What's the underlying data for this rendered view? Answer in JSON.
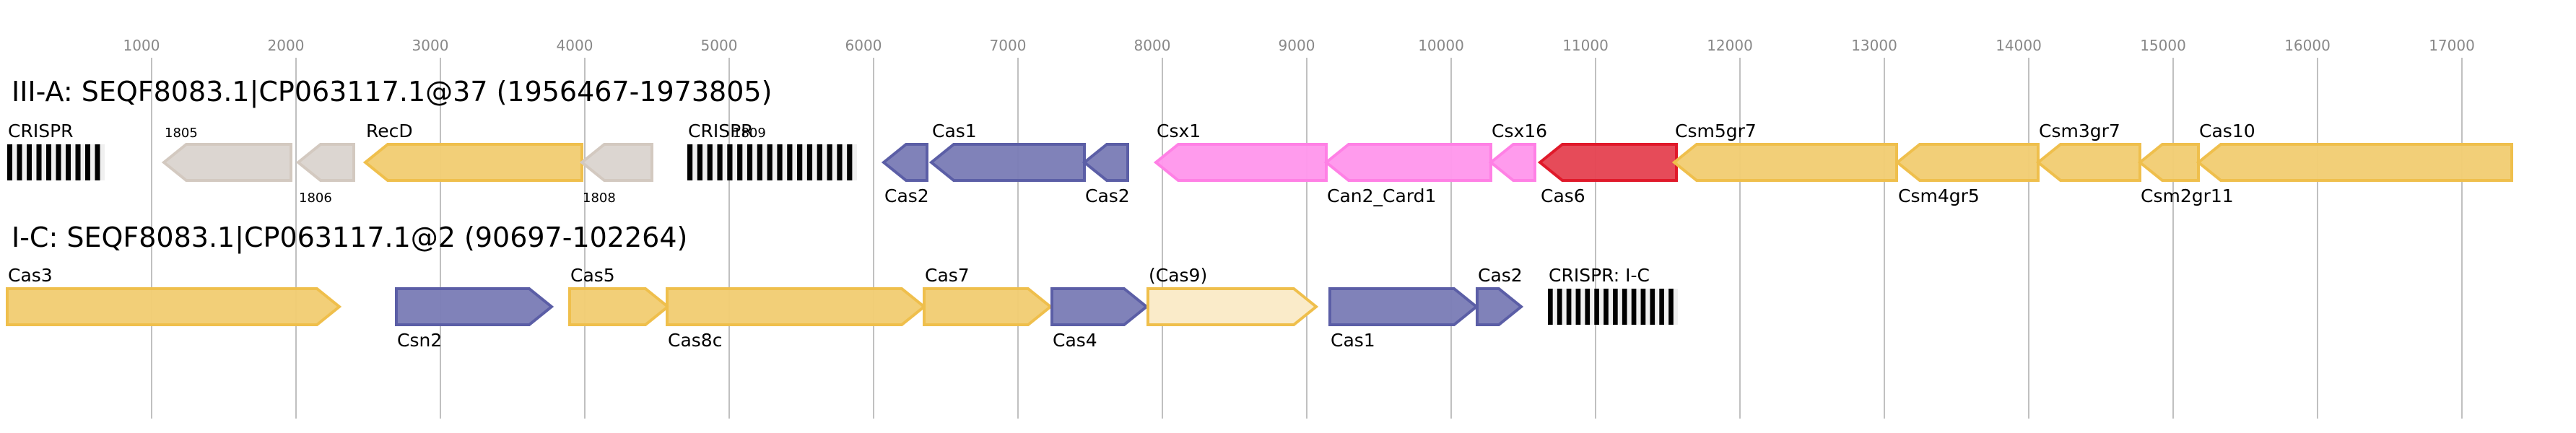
{
  "chart_data": {
    "type": "gene-map",
    "axis": {
      "ticks": [
        1000,
        2000,
        3000,
        4000,
        5000,
        6000,
        7000,
        8000,
        9000,
        10000,
        11000,
        12000,
        13000,
        14000,
        15000,
        16000,
        17000
      ],
      "range": [
        0,
        17800
      ],
      "grid": true
    },
    "palette": {
      "gold": {
        "fill": "#f1cd72",
        "stroke": "#efbf4c"
      },
      "gold-light": {
        "fill": "#faebc9",
        "stroke": "#efbf4c"
      },
      "gray": {
        "fill": "#dbd4cf",
        "stroke": "#d3c9c0"
      },
      "blue": {
        "fill": "#7b7db6",
        "stroke": "#5b5ea6"
      },
      "pink": {
        "fill": "#ff97ec",
        "stroke": "#ff80e5"
      },
      "red": {
        "fill": "#e54452",
        "stroke": "#e0192a"
      },
      "crispr": {
        "fill": "#000000",
        "stroke": "#f0f0f0"
      }
    },
    "loci": [
      {
        "title": "III-A: SEQF8083.1|CP063117.1@37 (1956467-1973805)",
        "features": [
          {
            "name": "CRISPR",
            "type": "crispr",
            "start": 0,
            "end": 675,
            "repeats": 10,
            "label_pos": "above",
            "color": "crispr"
          },
          {
            "name": "1805",
            "type": "gene",
            "start": 1085,
            "end": 1965,
            "strand": "-",
            "label_pos": "above",
            "small": true,
            "color": "gray"
          },
          {
            "name": "1806",
            "type": "gene",
            "start": 2015,
            "end": 2400,
            "strand": "-",
            "label_pos": "below",
            "small": true,
            "color": "gray"
          },
          {
            "name": "RecD",
            "type": "gene",
            "start": 2480,
            "end": 3980,
            "strand": "-",
            "label_pos": "above",
            "color": "gold"
          },
          {
            "name": "1808",
            "type": "gene",
            "start": 3980,
            "end": 4465,
            "strand": "-",
            "label_pos": "below",
            "small": true,
            "color": "gray"
          },
          {
            "name": "CRISPR",
            "type": "crispr",
            "start": 4710,
            "end": 5885,
            "repeats": 17,
            "label_pos": "above",
            "color": "crispr"
          },
          {
            "name": "1809",
            "type": "label",
            "start": 5020,
            "label_pos": "above",
            "small": true
          },
          {
            "name": "Cas2",
            "type": "gene",
            "start": 6070,
            "end": 6370,
            "strand": "-",
            "label_pos": "below",
            "color": "blue"
          },
          {
            "name": "Cas1",
            "type": "gene",
            "start": 6400,
            "end": 7460,
            "strand": "-",
            "label_pos": "above",
            "color": "blue"
          },
          {
            "name": "Cas2",
            "type": "gene",
            "start": 7460,
            "end": 7760,
            "strand": "-",
            "label_pos": "below",
            "color": "blue"
          },
          {
            "name": "Csx1",
            "type": "gene",
            "start": 7955,
            "end": 9135,
            "strand": "-",
            "label_pos": "above",
            "color": "pink"
          },
          {
            "name": "Can2_Card1",
            "type": "gene",
            "start": 9135,
            "end": 10275,
            "strand": "-",
            "label_pos": "below",
            "color": "pink"
          },
          {
            "name": "Csx16",
            "type": "gene",
            "start": 10275,
            "end": 10580,
            "strand": "-",
            "label_pos": "above",
            "color": "pink"
          },
          {
            "name": "Cas6",
            "type": "gene",
            "start": 10615,
            "end": 11560,
            "strand": "-",
            "label_pos": "below",
            "color": "red"
          },
          {
            "name": "Csm5gr7",
            "type": "gene",
            "start": 11545,
            "end": 13085,
            "strand": "-",
            "label_pos": "above",
            "color": "gold"
          },
          {
            "name": "Csm4gr5",
            "type": "gene",
            "start": 13090,
            "end": 14065,
            "strand": "-",
            "label_pos": "below",
            "color": "gold"
          },
          {
            "name": "Csm3gr7",
            "type": "gene",
            "start": 14065,
            "end": 14770,
            "strand": "-",
            "label_pos": "above",
            "color": "gold"
          },
          {
            "name": "Csm2gr11",
            "type": "gene",
            "start": 14770,
            "end": 15175,
            "strand": "-",
            "label_pos": "below",
            "color": "gold"
          },
          {
            "name": "Cas10",
            "type": "gene",
            "start": 15175,
            "end": 17345,
            "strand": "-",
            "label_pos": "above",
            "color": "gold"
          }
        ]
      },
      {
        "title": "I-C: SEQF8083.1|CP063117.1@2 (90697-102264)",
        "features": [
          {
            "name": "Cas3",
            "type": "gene",
            "start": 0,
            "end": 2300,
            "strand": "+",
            "label_pos": "above",
            "color": "gold"
          },
          {
            "name": "Csn2",
            "type": "gene",
            "start": 2695,
            "end": 3770,
            "strand": "+",
            "label_pos": "below",
            "color": "blue"
          },
          {
            "name": "Cas5",
            "type": "gene",
            "start": 3895,
            "end": 4575,
            "strand": "+",
            "label_pos": "above",
            "color": "gold"
          },
          {
            "name": "Cas8c",
            "type": "gene",
            "start": 4570,
            "end": 6350,
            "strand": "+",
            "label_pos": "below",
            "color": "gold"
          },
          {
            "name": "Cas7",
            "type": "gene",
            "start": 6350,
            "end": 7225,
            "strand": "+",
            "label_pos": "above",
            "color": "gold"
          },
          {
            "name": "Cas4",
            "type": "gene",
            "start": 7235,
            "end": 7890,
            "strand": "+",
            "label_pos": "below",
            "color": "blue"
          },
          {
            "name": "(Cas9)",
            "type": "gene",
            "start": 7900,
            "end": 9065,
            "strand": "+",
            "label_pos": "above",
            "color": "gold-light"
          },
          {
            "name": "Cas1",
            "type": "gene",
            "start": 9160,
            "end": 10175,
            "strand": "+",
            "label_pos": "below",
            "color": "blue"
          },
          {
            "name": "Cas2",
            "type": "gene",
            "start": 10180,
            "end": 10485,
            "strand": "+",
            "label_pos": "above",
            "color": "blue"
          },
          {
            "name": "CRISPR: I-C",
            "type": "crispr",
            "start": 10670,
            "end": 11570,
            "repeats": 14,
            "label_pos": "above",
            "color": "crispr"
          }
        ]
      }
    ]
  }
}
